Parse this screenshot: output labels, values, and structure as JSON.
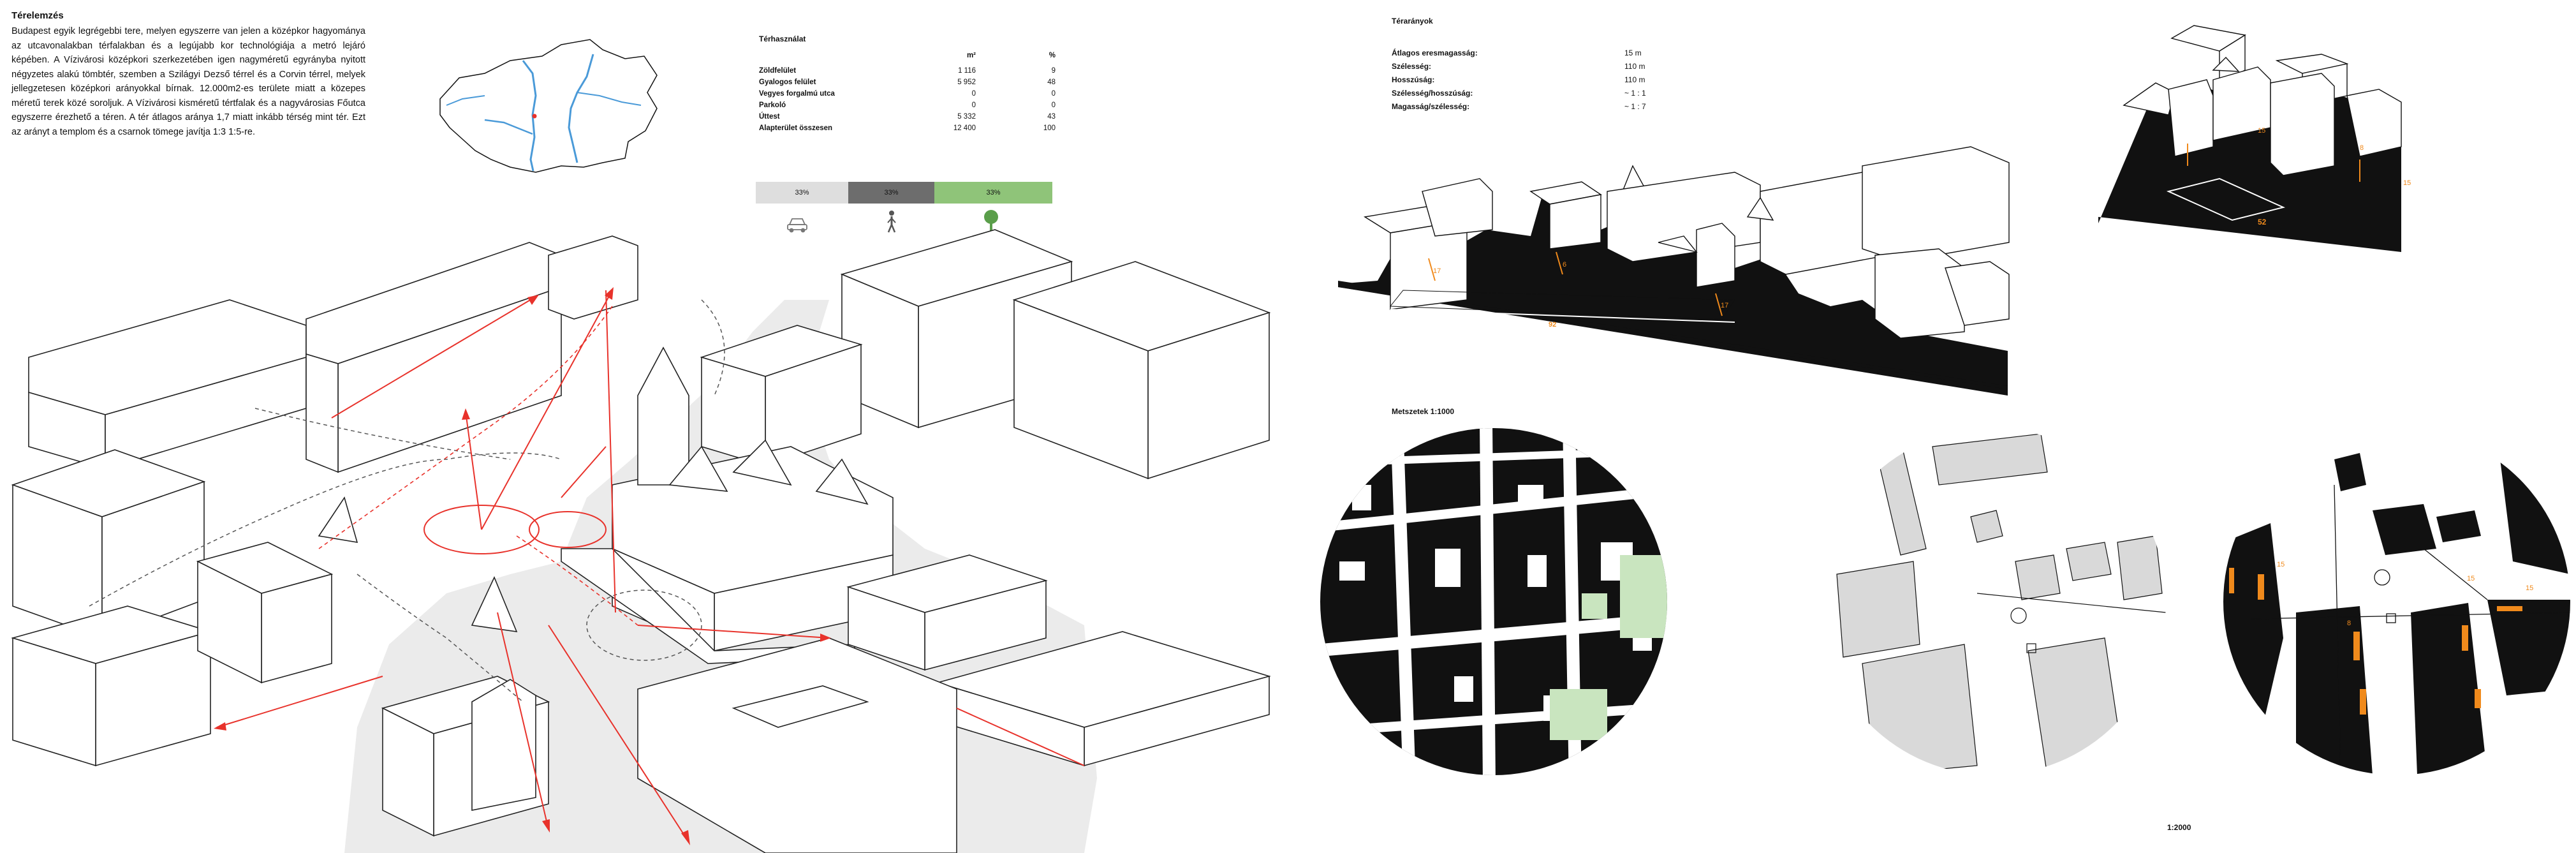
{
  "intro": {
    "title": "Térelemzés",
    "body": "Budapest egyik legrégebbi tere, melyen egyszerre van jelen a középkor hagyománya az utcavonalakban térfalakban és a legújabb kor technológiája a metró lejáró képében. A Vízivárosi középkori szerkezetében igen nagyméretű egyrányba nyitott négyzetes alakú tömbtér, szemben a Szilágyi Dezső térrel és a Corvin térrel, melyek jellegzetesen középkori arányokkal bírnak. 12.000m2-es területe miatt a közepes méretű terek közé soroljuk. A Vízivárosi kisméretű tértfalak és a nagyvárosias Főutca egyszerre érezhető a téren. A tér átlagos aránya 1,7 miatt inkább térség mint tér. Ezt az arányt a templom és a csarnok tömege javítja 1:3 1:5-re."
  },
  "land_use": {
    "title": "Térhasználat",
    "col_m2": "m²",
    "col_pct": "%",
    "rows": [
      {
        "label": "Zöldfelület",
        "m2": "1 116",
        "pct": "9"
      },
      {
        "label": "Gyalogos felület",
        "m2": "5 952",
        "pct": "48"
      },
      {
        "label": "Vegyes forgalmú utca",
        "m2": "0",
        "pct": "0"
      },
      {
        "label": "Parkoló",
        "m2": "0",
        "pct": "0"
      },
      {
        "label": "Úttest",
        "m2": "5 332",
        "pct": "43"
      }
    ],
    "total": {
      "label": "Alapterület összesen",
      "m2": "12 400",
      "pct": "100"
    },
    "bars": [
      {
        "label": "33%",
        "color": "#dedede"
      },
      {
        "label": "33%",
        "color": "#6d6d6d"
      },
      {
        "label": "33%",
        "color": "#8fc479"
      }
    ],
    "bar_icons": [
      "car-icon",
      "pedestrian-icon",
      "tree-icon"
    ]
  },
  "space_ratios": {
    "title": "Térarányok",
    "rows": [
      {
        "label": "Átlagos eresmagasság:",
        "value": "15 m"
      },
      {
        "label": "Szélesség:",
        "value": "110 m"
      },
      {
        "label": "Hosszúság:",
        "value": "110 m"
      },
      {
        "label": "Szélesség/hosszúság:",
        "value": "~ 1 : 1"
      },
      {
        "label": "Magasság/szélesség:",
        "value": "~ 1 : 7"
      }
    ]
  },
  "elevation_labels": {
    "left_width": "92",
    "left_heights": [
      "17",
      "6",
      "17"
    ],
    "right_width": "52",
    "right_heights": [
      "15",
      "8",
      "15"
    ]
  },
  "sections": {
    "title": "Metszetek 1:1000",
    "map_labels": [
      "15",
      "8",
      "15",
      "15"
    ],
    "scale_label": "1:2000"
  },
  "colors": {
    "accent_red": "#e8322b",
    "orange": "#f08a1c",
    "green": "#8fc479",
    "river": "#4a9ad8"
  }
}
